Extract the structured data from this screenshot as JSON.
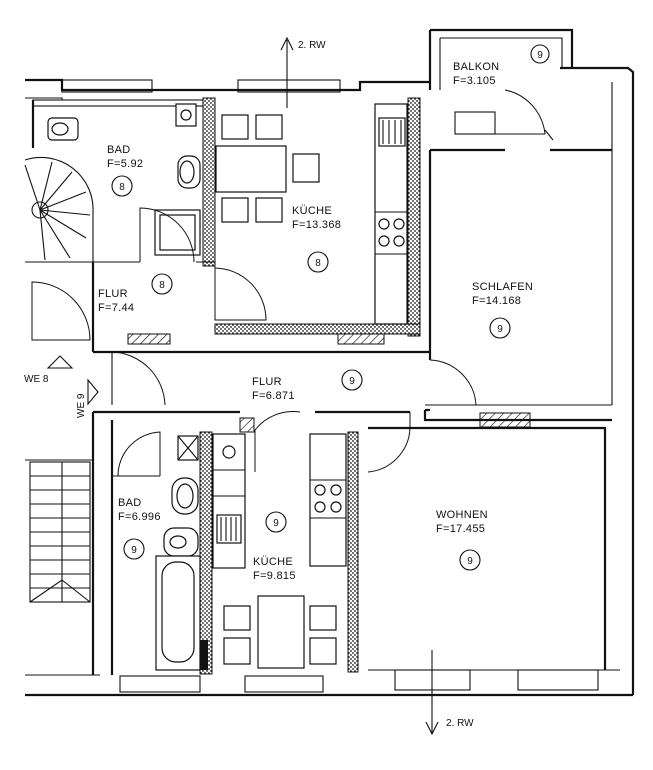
{
  "arrows": {
    "top": "2. RW",
    "bottom": "2. RW"
  },
  "side_labels": {
    "we8": "WE 8",
    "we9": "WE 9"
  },
  "rooms": {
    "balkon": {
      "name": "BALKON",
      "area": "F=3.105",
      "unit": "9"
    },
    "bad_top": {
      "name": "BAD",
      "area": "F=5.92",
      "unit": "8"
    },
    "kueche_top": {
      "name": "KÜCHE",
      "area": "F=13.368",
      "unit": "8"
    },
    "flur_top": {
      "name": "FLUR",
      "area": "F=7.44",
      "unit": "8"
    },
    "schlafen": {
      "name": "SCHLAFEN",
      "area": "F=14.168",
      "unit": "9"
    },
    "flur_mid": {
      "name": "FLUR",
      "area": "F=6.871",
      "unit": "9"
    },
    "bad_bottom": {
      "name": "BAD",
      "area": "F=6.996",
      "unit": "9"
    },
    "kueche_bottom": {
      "name": "KÜCHE",
      "area": "F=9.815",
      "unit": "9"
    },
    "wohnen": {
      "name": "WOHNEN",
      "area": "F=17.455",
      "unit": "9"
    }
  }
}
